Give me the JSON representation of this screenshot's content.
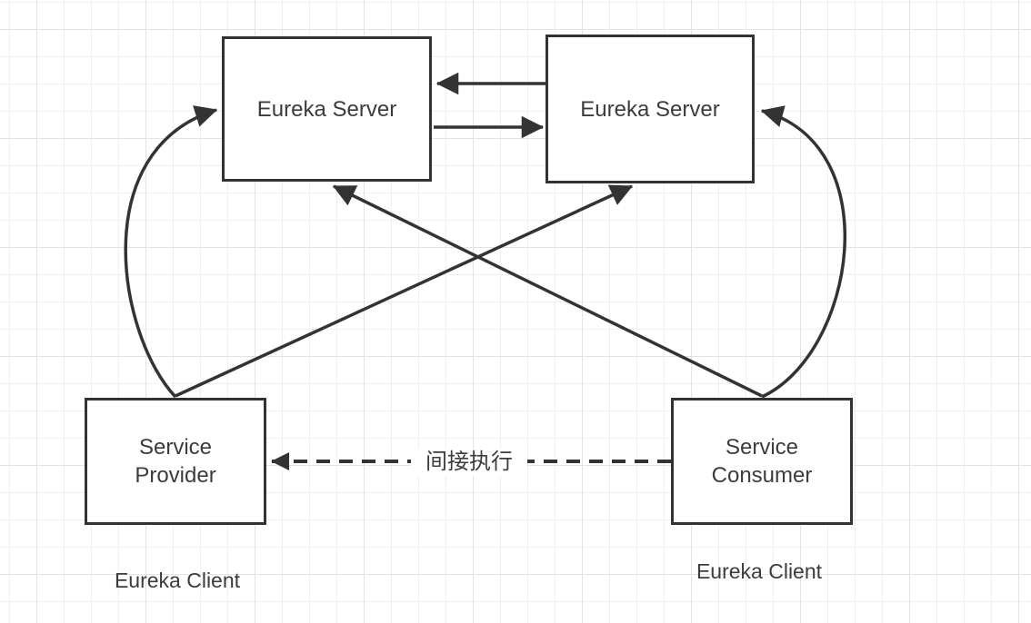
{
  "diagram": {
    "nodes": {
      "server_left": {
        "label": "Eureka Server"
      },
      "server_right": {
        "label": "Eureka Server"
      },
      "provider": {
        "line1": "Service",
        "line2": "Provider"
      },
      "consumer": {
        "line1": "Service",
        "line2": "Consumer"
      }
    },
    "captions": {
      "client_left": "Eureka Client",
      "client_right": "Eureka Client"
    },
    "edge_labels": {
      "indirect_call": "间接执行"
    },
    "colors": {
      "stroke": "#333333",
      "node_fill": "#ffffff",
      "grid_minor": "#efefef",
      "grid_major": "#e3e3e3",
      "background": "#ffffff"
    }
  }
}
